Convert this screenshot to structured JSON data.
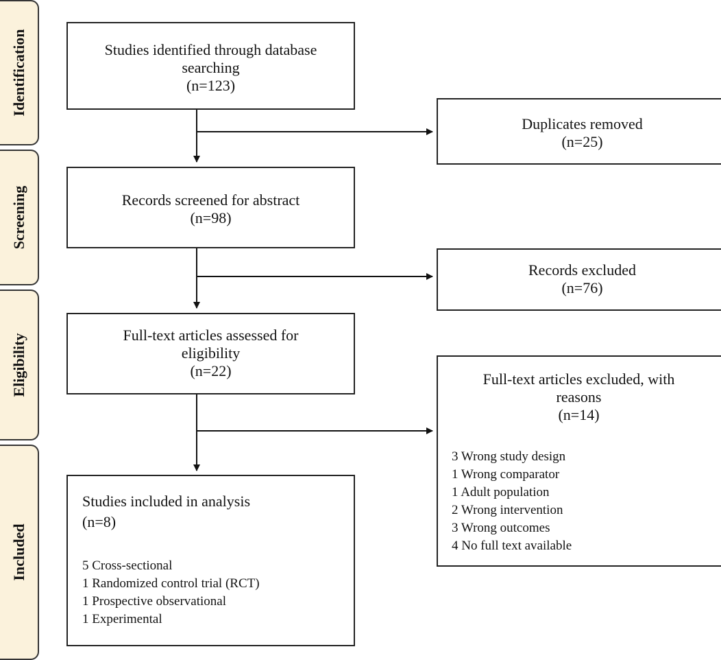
{
  "phases": {
    "identification": "Identification",
    "screening": "Screening",
    "eligibility": "Eligibility",
    "included": "Included"
  },
  "boxes": {
    "identified": {
      "line1": "Studies identified through database",
      "line2": "searching",
      "count": "(n=123)"
    },
    "duplicates": {
      "line1": "Duplicates removed",
      "count": "(n=25)"
    },
    "screened": {
      "line1": "Records screened for abstract",
      "count": "(n=98)"
    },
    "records_excluded": {
      "line1": "Records excluded",
      "count": "(n=76)"
    },
    "fulltext_assessed": {
      "line1": "Full-text articles assessed for",
      "line2": "eligibility",
      "count": "(n=22)"
    },
    "fulltext_excluded": {
      "line1": "Full-text articles excluded, with",
      "line2": "reasons",
      "count": "(n=14)",
      "reasons": [
        "3 Wrong study design",
        "1 Wrong comparator",
        "1 Adult population",
        "2 Wrong intervention",
        "3 Wrong outcomes",
        "4 No full text available"
      ]
    },
    "included": {
      "line1": "Studies included in analysis",
      "count": "(n=8)",
      "types": [
        "5 Cross-sectional",
        "1 Randomized control trial (RCT)",
        "1 Prospective observational",
        "1 Experimental"
      ]
    }
  }
}
